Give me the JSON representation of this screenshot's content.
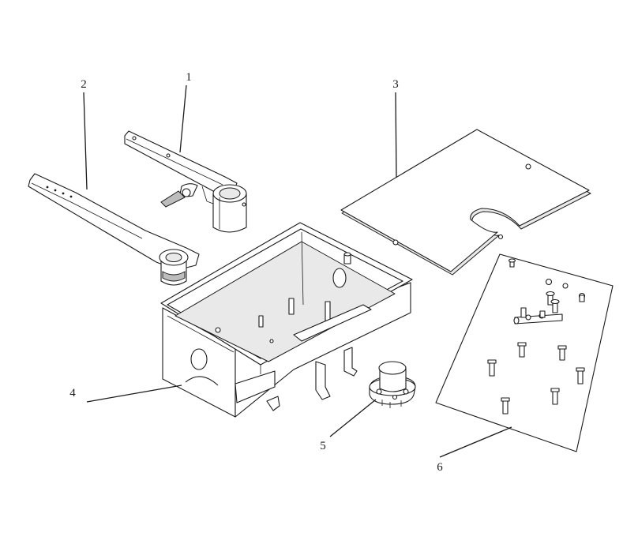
{
  "callouts": [
    {
      "label": "1"
    },
    {
      "label": "2"
    },
    {
      "label": "3"
    },
    {
      "label": "4"
    },
    {
      "label": "5"
    },
    {
      "label": "6"
    }
  ],
  "parts": {
    "part_1": "short-lever-arm-icon",
    "part_2": "long-lever-arm-icon",
    "part_3": "cover-plate-icon",
    "part_4": "foundation-box-icon",
    "part_5": "pivot-hub-icon",
    "part_6": "fastener-kit-icon"
  }
}
